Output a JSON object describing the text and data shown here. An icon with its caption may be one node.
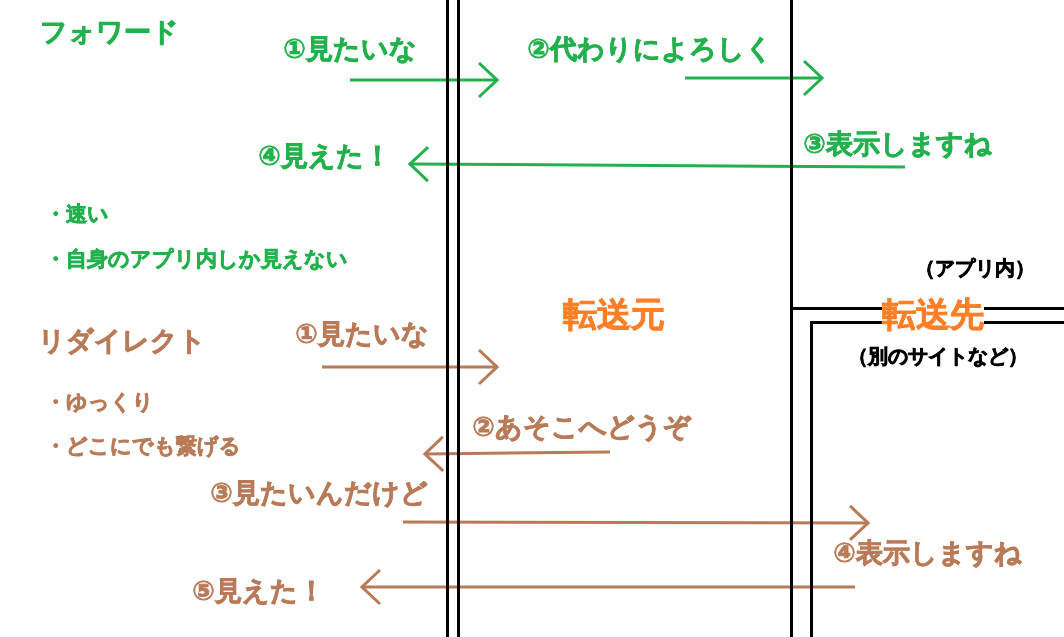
{
  "diagram": {
    "nodes": [
      {
        "text": [
          "転送元"
        ]
      },
      {
        "text": [
          "（アプリ内）"
        ]
      },
      {
        "text": [
          "（別のサイトなど）"
        ]
      }
    ],
    "edges": [
      {
        "from": null,
        "to": 0,
        "arrow": "to",
        "label": "①見たいな",
        "color": "#22b14c"
      },
      {
        "from": 0,
        "to": 1,
        "arrow": "to",
        "label": "②代わりによろしく",
        "color": "#22b14c"
      },
      {
        "from": 1,
        "to": null,
        "arrow": "to",
        "label": "③表示しますね",
        "color": "#22b14c"
      },
      {
        "from": null,
        "to": 0,
        "arrow": "to",
        "label": "①見たいな",
        "color": "#b97a57"
      },
      {
        "from": 0,
        "to": null,
        "arrow": "to",
        "label": "②あそこへどうぞ",
        "color": "#b97a57"
      },
      {
        "from": null,
        "to": 2,
        "arrow": "to",
        "label": "③見たいんだけど",
        "color": "#b97a57"
      },
      {
        "from": 2,
        "to": null,
        "arrow": "to",
        "label": "④表示しますね",
        "color": "#b97a57"
      }
    ],
    "labels": [
      "フォワード",
      "④見えた！",
      "・速い",
      "・自身のアプリ内しか見えない",
      "転送先",
      "リダイレクト",
      "・ゆっくり",
      "・どこにでも繋げる",
      "⑤見えた！"
    ]
  }
}
